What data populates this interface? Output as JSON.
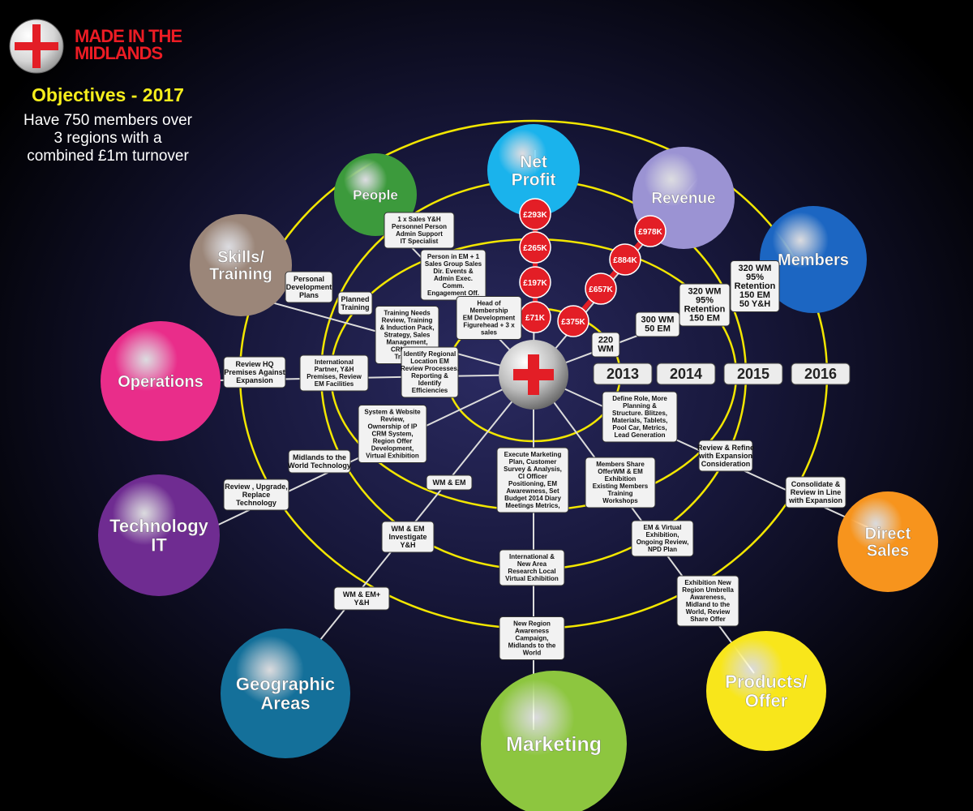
{
  "logo": {
    "line1": "MADE IN THE",
    "line2": "MIDLANDS"
  },
  "heading": {
    "title": "Objectives - 2017",
    "desc1": "Have 750 members over",
    "desc2": "3 regions with a",
    "desc3": "combined £1m turnover"
  },
  "colors": {
    "background": "#000000",
    "ring": "#f2e600",
    "title": "#f6ee1c",
    "badge": "#e31e26",
    "logo_text": "#ec1c24"
  },
  "center_icon": "red-cross-on-silver-sphere-icon",
  "categories": [
    {
      "key": "net-profit",
      "lines": [
        "Net",
        "Profit"
      ],
      "color": "#1ab3ec"
    },
    {
      "key": "revenue",
      "lines": [
        "Revenue"
      ],
      "color": "#9b93d3"
    },
    {
      "key": "members",
      "lines": [
        "Members"
      ],
      "color": "#1c66c2"
    },
    {
      "key": "direct-sales",
      "lines": [
        "Direct",
        "Sales"
      ],
      "color": "#f7941d"
    },
    {
      "key": "products-offer",
      "lines": [
        "Products/",
        "Offer"
      ],
      "color": "#f8e61b"
    },
    {
      "key": "marketing",
      "lines": [
        "Marketing"
      ],
      "color": "#8dc63f"
    },
    {
      "key": "geographic-areas",
      "lines": [
        "Geographic",
        "Areas"
      ],
      "color": "#14709a"
    },
    {
      "key": "technology-it",
      "lines": [
        "Technology",
        "IT"
      ],
      "color": "#6f2c91"
    },
    {
      "key": "operations",
      "lines": [
        "Operations"
      ],
      "color": "#e92d8a"
    },
    {
      "key": "skills-training",
      "lines": [
        "Skills/",
        "Training"
      ],
      "color": "#9b8679"
    },
    {
      "key": "people",
      "lines": [
        "People"
      ],
      "color": "#3c9a3c"
    }
  ],
  "years": [
    "2013",
    "2014",
    "2015",
    "2016"
  ],
  "profit_values": [
    "£71K",
    "£197K",
    "£265K",
    "£293K"
  ],
  "revenue_values": [
    "£375K",
    "£657K",
    "£884K",
    "£978K"
  ],
  "members_values": [
    [
      "220",
      "WM"
    ],
    [
      "300 WM",
      "50 EM"
    ],
    [
      "320 WM",
      "95%",
      "Retention",
      "150 EM"
    ],
    [
      "320 WM",
      "95%",
      "Retention",
      "150 EM",
      "50 Y&H"
    ]
  ],
  "notes": [
    [
      "1 x Sales Y&H",
      "Personnel Person",
      "Admin Support",
      "IT Specialist"
    ],
    [
      "Person in EM + 1",
      "Sales Group Sales",
      "Dir. Events &",
      "Admin Exec.",
      "Comm.",
      "Engagement Off."
    ],
    [
      "Head of",
      "Membership",
      "EM Development",
      "Figurehead + 3 x",
      "sales"
    ],
    [
      "Personal",
      "Development",
      "Plans"
    ],
    [
      "Planned",
      "Training"
    ],
    [
      "Training Needs",
      "Review, Training",
      "& Induction Pack,",
      "Strategy, Sales",
      "Management,",
      "CRM & HR",
      "Training"
    ],
    [
      "Review HQ",
      "Premises Against",
      "Expansion"
    ],
    [
      "International",
      "Partner, Y&H",
      "Premises, Review",
      "EM Facilities"
    ],
    [
      "Identify Regional",
      "Location EM",
      "Review Processes,",
      "Reporting &",
      "Identify",
      "Efficiencies"
    ],
    [
      "System & Website",
      "Review,",
      "Ownership of IP",
      "CRM System,",
      "Region Offer",
      "Development,",
      "Virtual Exhibition"
    ],
    [
      "Midlands to the",
      "World Technology"
    ],
    [
      "Review , Upgrade,",
      "Replace",
      "Technology"
    ],
    [
      "WM & EM"
    ],
    [
      "WM & EM",
      "Investigate",
      "Y&H"
    ],
    [
      "WM & EM+",
      "Y&H"
    ],
    [
      "Execute Marketing",
      "Plan, Customer",
      "Survey & Analysis,",
      "CI Officer",
      "Positioning, EM",
      "Awarewness, Set",
      "Budget 2014 Diary",
      "Meetings Metrics,"
    ],
    [
      "International &",
      "New Area",
      "Research Local",
      "Virtual Exhibition"
    ],
    [
      "New Region",
      "Awareness",
      "Campaign,",
      "Midlands to the",
      "World"
    ],
    [
      "Members Share",
      "OfferWM & EM",
      "Exhibition",
      "Existing Members",
      "Training",
      "Workshops"
    ],
    [
      "EM & Virtual",
      "Exhibition,",
      "Ongoing Review,",
      "NPD Plan"
    ],
    [
      "Exhibition New",
      "Region Umbrella",
      "Awareness,",
      "Midland to the",
      "World, Review",
      "Share Offer"
    ],
    [
      "Define Role, More",
      "Planning &",
      "Structure. Blitzes,",
      "Materials, Tablets,",
      "Pool Car, Metrics,",
      "Lead Generation"
    ],
    [
      "Review & Refine",
      "with Expansion",
      "Consideration"
    ],
    [
      "Consolidate &",
      "Review in Line",
      "with Expansion"
    ]
  ]
}
